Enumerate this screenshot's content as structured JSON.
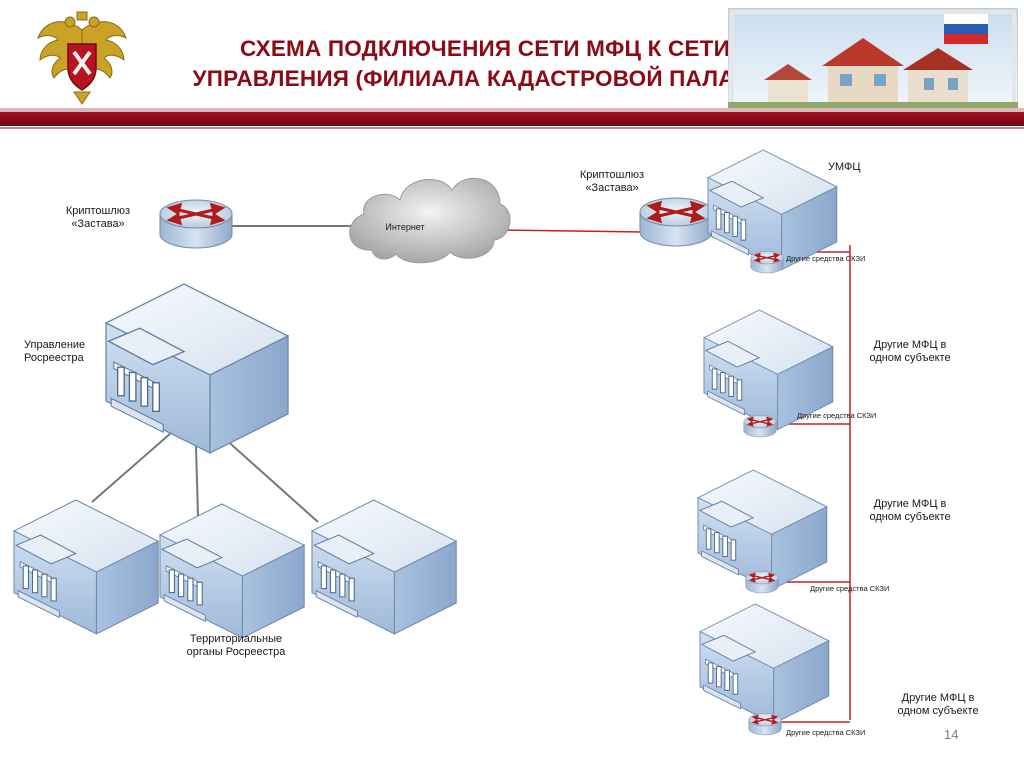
{
  "slide": {
    "title_line1": "СХЕМА ПОДКЛЮЧЕНИЯ СЕТИ МФЦ К СЕТИ",
    "title_line2": "УПРАВЛЕНИЯ (ФИЛИАЛА КАДАСТРОВОЙ ПАЛАТЫ)",
    "page_number": "14"
  },
  "colors": {
    "title": "#8b0a14",
    "band": "#a5101c",
    "red_link": "#c0202a",
    "gray_link": "#777777",
    "building_front": "#b9cfe8",
    "building_roof": "#eef3fa"
  },
  "diagram": {
    "nodes": [
      {
        "id": "gateway-left",
        "type": "router",
        "label_line1": "Криптошлюз",
        "label_line2": "«Застава»"
      },
      {
        "id": "internet",
        "type": "cloud",
        "label": "Интернет"
      },
      {
        "id": "gateway-right",
        "type": "router",
        "label_line1": "Криптошлюз",
        "label_line2": "«Застава»"
      },
      {
        "id": "upravlenie",
        "type": "building",
        "label_line1": "Управление",
        "label_line2": "Росреестра"
      },
      {
        "id": "terr-1",
        "type": "building"
      },
      {
        "id": "terr-2",
        "type": "building"
      },
      {
        "id": "terr-3",
        "type": "building"
      },
      {
        "id": "umfc",
        "type": "building",
        "label": "УМФЦ"
      },
      {
        "id": "mfc-1",
        "type": "building",
        "label_line1": "Другие МФЦ в",
        "label_line2": "одном субъекте"
      },
      {
        "id": "mfc-2",
        "type": "building",
        "label_line1": "Другие МФЦ в",
        "label_line2": "одном субъекте"
      },
      {
        "id": "mfc-3",
        "type": "building",
        "label_line1": "Другие МФЦ в",
        "label_line2": "одном субъекте"
      },
      {
        "id": "skzi-umfc",
        "type": "router-small",
        "label": "Другие средства СКЗИ"
      },
      {
        "id": "skzi-1",
        "type": "router-small",
        "label": "Другие средства СКЗИ"
      },
      {
        "id": "skzi-2",
        "type": "router-small",
        "label": "Другие средства СКЗИ"
      },
      {
        "id": "skzi-3",
        "type": "router-small",
        "label": "Другие средства СКЗИ"
      }
    ],
    "group_label_line1": "Территориальные",
    "group_label_line2": "органы Росреестра",
    "edges": [
      {
        "from": "gateway-left",
        "to": "internet",
        "style": "gray"
      },
      {
        "from": "internet",
        "to": "gateway-right",
        "style": "red"
      },
      {
        "from": "gateway-right",
        "to": "umfc",
        "style": "gray"
      },
      {
        "from": "upravlenie",
        "to": "terr-1",
        "style": "gray"
      },
      {
        "from": "upravlenie",
        "to": "terr-2",
        "style": "gray"
      },
      {
        "from": "upravlenie",
        "to": "terr-3",
        "style": "gray"
      },
      {
        "from": "umfc",
        "to": "skzi-umfc",
        "style": "red"
      },
      {
        "from": "mfc-1",
        "to": "skzi-1",
        "style": "red"
      },
      {
        "from": "mfc-2",
        "to": "skzi-2",
        "style": "red"
      },
      {
        "from": "mfc-3",
        "to": "skzi-3",
        "style": "red"
      },
      {
        "from": "skzi-umfc",
        "to": "skzi-1",
        "style": "red"
      },
      {
        "from": "skzi-1",
        "to": "skzi-2",
        "style": "red"
      },
      {
        "from": "skzi-2",
        "to": "skzi-3",
        "style": "red"
      }
    ]
  }
}
